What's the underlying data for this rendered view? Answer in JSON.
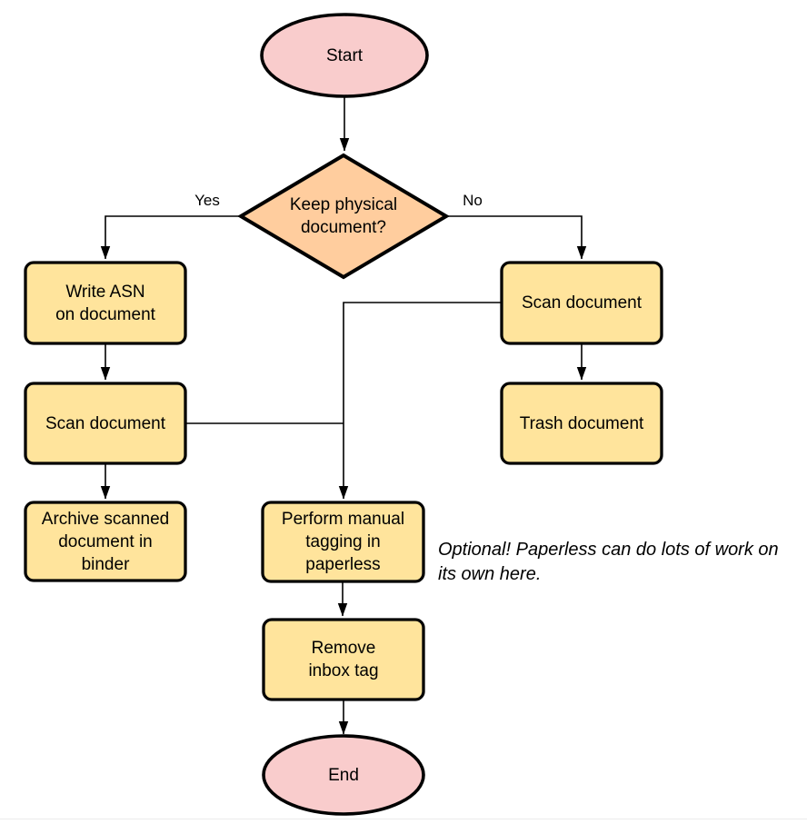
{
  "nodes": {
    "start": {
      "label": "Start",
      "type": "terminator"
    },
    "decision": {
      "label": "Keep physical\ndocument?",
      "type": "decision"
    },
    "write_asn": {
      "label": "Write ASN\non document",
      "type": "process"
    },
    "scan_left": {
      "label": "Scan document",
      "type": "process"
    },
    "archive": {
      "label": "Archive scanned\ndocument in\nbinder",
      "type": "process"
    },
    "scan_right": {
      "label": "Scan document",
      "type": "process"
    },
    "trash": {
      "label": "Trash document",
      "type": "process"
    },
    "perform_tagging": {
      "label": "Perform manual\ntagging in\npaperless",
      "type": "process"
    },
    "remove_inbox": {
      "label": "Remove\ninbox tag",
      "type": "process"
    },
    "end": {
      "label": "End",
      "type": "terminator"
    }
  },
  "edges": {
    "yes_label": "Yes",
    "no_label": "No"
  },
  "note": {
    "text": "Optional! Paperless can do lots of work on\nits own here."
  },
  "colors": {
    "terminator_fill": "#f9cccc",
    "decision_fill": "#ffcd9e",
    "process_fill": "#ffe49c",
    "stroke": "#000000"
  }
}
